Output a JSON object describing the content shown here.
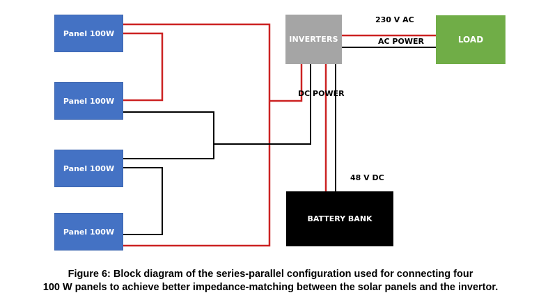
{
  "colors": {
    "panel": "#4472c4",
    "inverter": "#a5a5a5",
    "load": "#70ad47",
    "battery": "#000000",
    "positive_wire": "#cc2222",
    "negative_wire": "#000000"
  },
  "blocks": {
    "panels": [
      {
        "label": "Panel 100W"
      },
      {
        "label": "Panel 100W"
      },
      {
        "label": "Panel 100W"
      },
      {
        "label": "Panel 100W"
      }
    ],
    "inverter": {
      "label": "INVERTERS"
    },
    "load": {
      "label": "LOAD"
    },
    "battery": {
      "label": "BATTERY BANK"
    }
  },
  "labels": {
    "ac_voltage": "230 V AC",
    "ac_power": "AC POWER",
    "dc_power": "DC POWER",
    "dc_voltage": "48 V DC"
  },
  "connections": [
    {
      "from": "panel-1",
      "to": "panel-2",
      "polarity": "positive"
    },
    {
      "from": "panel-1",
      "to": "dc-bus",
      "polarity": "positive"
    },
    {
      "from": "panel-4",
      "to": "dc-bus",
      "polarity": "positive"
    },
    {
      "from": "dc-bus",
      "to": "inverter",
      "polarity": "positive"
    },
    {
      "from": "panel-2",
      "to": "panel-3",
      "polarity": "negative"
    },
    {
      "from": "panel-3",
      "to": "panel-4",
      "polarity": "negative"
    },
    {
      "from": "panel-2-3-junction",
      "to": "inverter",
      "polarity": "negative"
    },
    {
      "from": "inverter",
      "to": "battery",
      "polarity": "positive"
    },
    {
      "from": "inverter",
      "to": "battery",
      "polarity": "negative"
    },
    {
      "from": "inverter",
      "to": "load",
      "polarity": "positive"
    },
    {
      "from": "inverter",
      "to": "load",
      "polarity": "negative"
    }
  ],
  "caption": {
    "line1": "Figure 6: Block diagram of the series-parallel configuration used for connecting four",
    "line2": "100 W panels to achieve better impedance-matching between the solar panels and the invertor."
  }
}
